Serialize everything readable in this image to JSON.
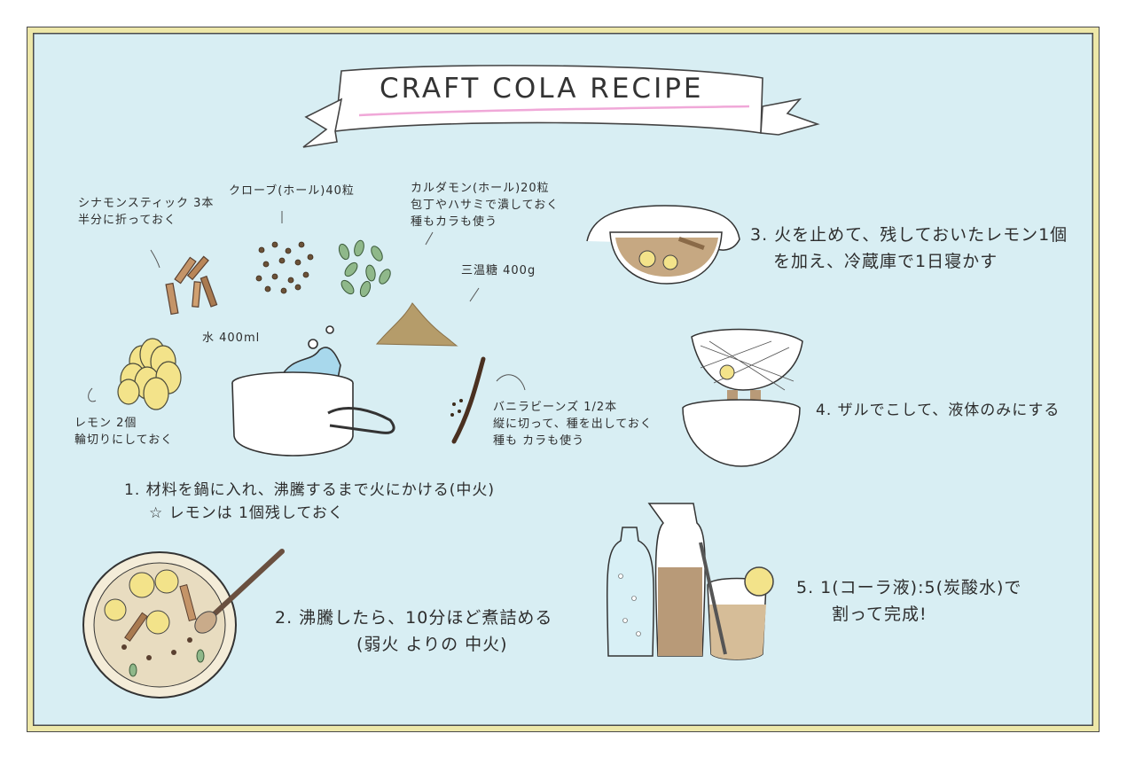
{
  "title": "CRAFT COLA RECIPE",
  "ingredients": {
    "cinnamon": [
      "シナモンスティック 3本",
      "半分に折っておく"
    ],
    "clove": "クローブ(ホール)40粒",
    "cardamom": [
      "カルダモン(ホール)20粒",
      "包丁やハサミで潰しておく",
      "種もカラも使う"
    ],
    "sugar": "三温糖 400g",
    "water": "水 400ml",
    "lemon": [
      "レモン 2個",
      "輪切りにしておく"
    ],
    "vanilla": [
      "バニラビーンズ 1/2本",
      "縦に切って、種を出しておく",
      "種も カラも使う"
    ]
  },
  "steps": {
    "step1": [
      "1. 材料を鍋に入れ、沸騰するまで火にかける(中火)",
      "☆ レモンは 1個残しておく"
    ],
    "step2": [
      "2. 沸騰したら、10分ほど煮詰める",
      "(弱火 よりの 中火)"
    ],
    "step3": [
      "3. 火を止めて、残しておいたレモン1個",
      "を加え、冷蔵庫で1日寝かす"
    ],
    "step4": "4. ザルでこして、液体のみにする",
    "step5": [
      "5. 1(コーラ液):5(炭酸水)で",
      "割って完成!"
    ]
  },
  "colors": {
    "background": "#d8eef3",
    "frame": "#ede7a8",
    "title_underline": "#f0a8d8",
    "cola": "#b89a78",
    "lemon": "#f3e38a",
    "sugar": "#b59c6a"
  }
}
